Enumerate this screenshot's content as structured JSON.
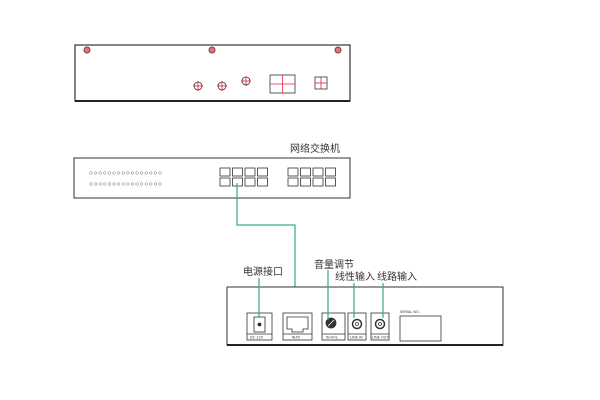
{
  "switch": {
    "label": "网络交换机"
  },
  "device": {
    "labels": {
      "power": "电源接口",
      "volume": "音量调节",
      "line_in": "线性输入",
      "line_out": "线路输入"
    },
    "ports": {
      "dc": "DC 12V",
      "rj45": "RJ45",
      "vol": "IN-VOL",
      "line_in": "LINE IN",
      "line_out": "LINE OUT",
      "serial": "SERIAL NO."
    }
  },
  "colors": {
    "cable": "#3aaa7a",
    "marker": "#e0203a",
    "outline": "#333333"
  }
}
